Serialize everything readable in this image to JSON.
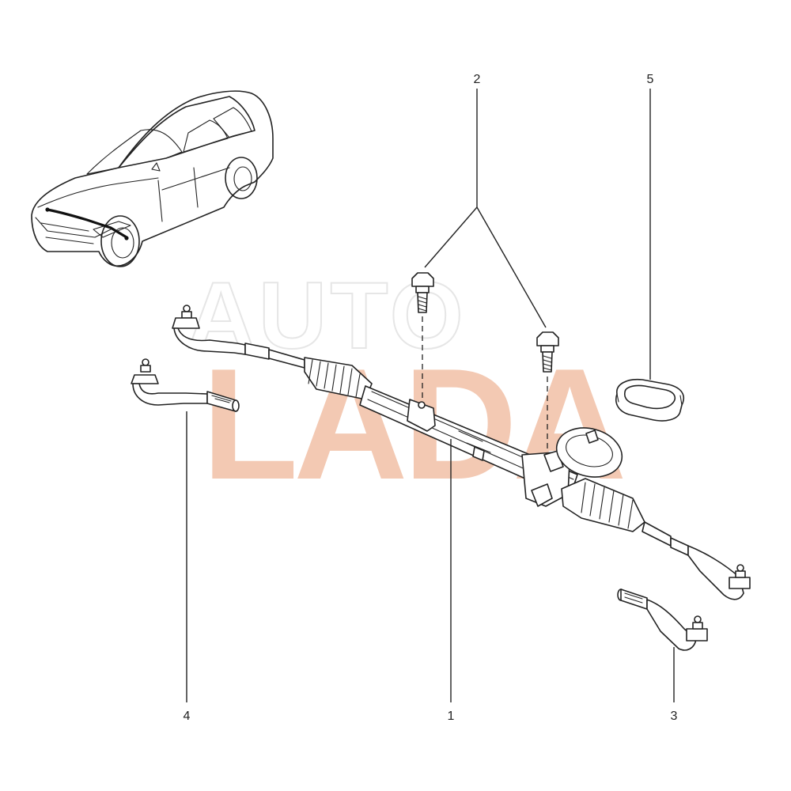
{
  "watermark": {
    "text": "LADA",
    "color": "#f3c9b3",
    "outline_color": "#e6e6e6"
  },
  "callouts": [
    "1",
    "2",
    "3",
    "4",
    "5"
  ],
  "colors": {
    "line": "#222222",
    "background": "#ffffff"
  }
}
